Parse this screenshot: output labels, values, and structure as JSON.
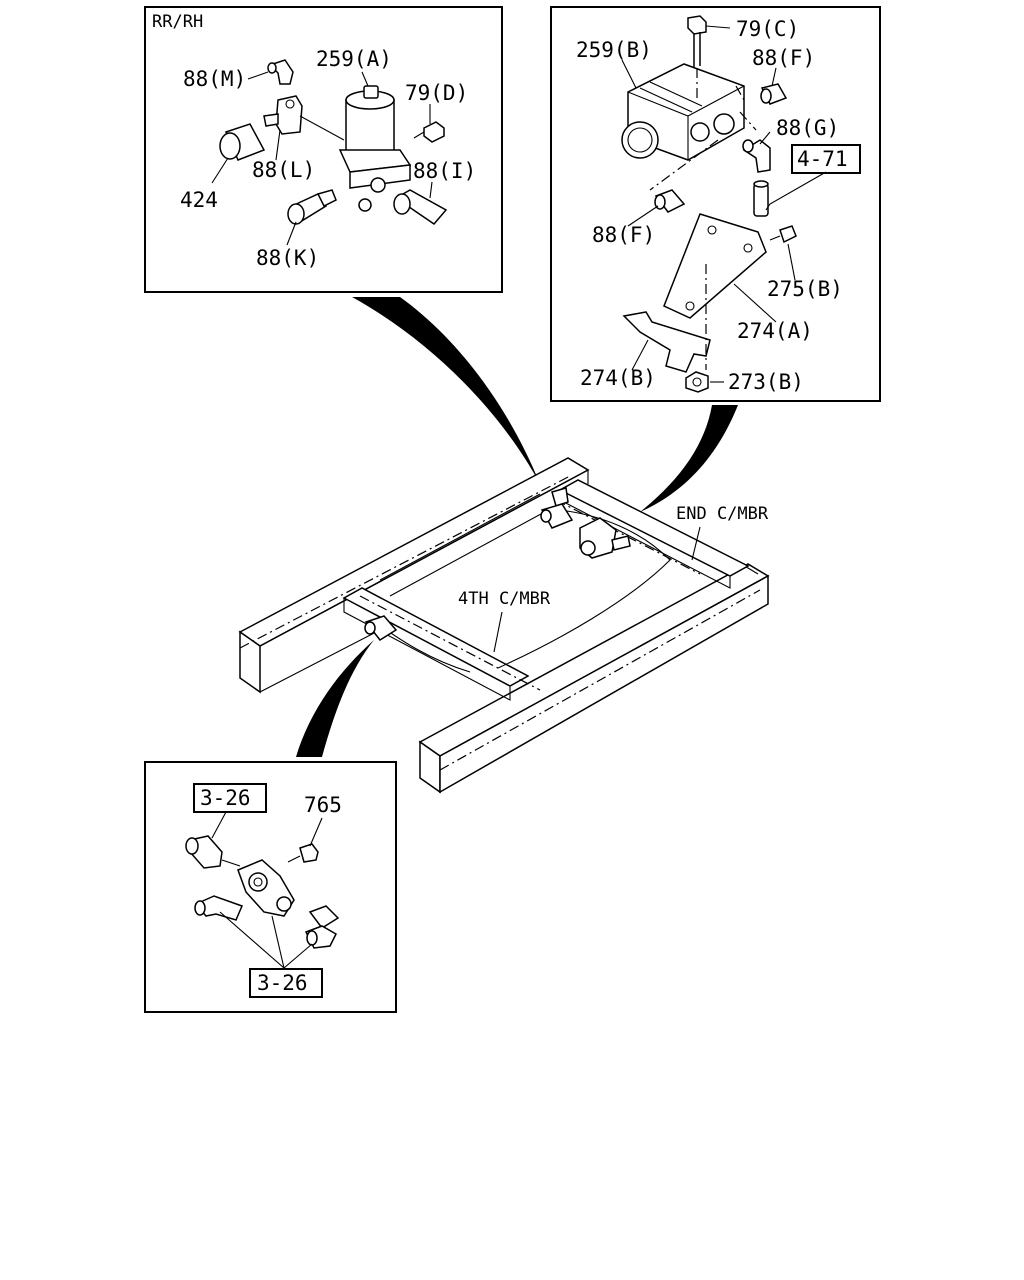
{
  "detail_rr_rh": {
    "header": "RR/RH",
    "labels": {
      "p88m": "88(M)",
      "p259a": "259(A)",
      "p79d": "79(D)",
      "p424": "424",
      "p88l": "88(L)",
      "p88i": "88(I)",
      "p88k": "88(K)"
    }
  },
  "detail_valve": {
    "labels": {
      "p79c": "79(C)",
      "p259b": "259(B)",
      "p88f_top": "88(F)",
      "p88g": "88(G)",
      "ref_4_71": "4-71",
      "p88f_bottom": "88(F)",
      "p275b": "275(B)",
      "p274a": "274(A)",
      "p274b": "274(B)",
      "p273b": "273(B)"
    }
  },
  "frame": {
    "labels": {
      "end_cmbr": "END C/MBR",
      "fourth_cmbr": "4TH C/MBR"
    }
  },
  "detail_lower": {
    "labels": {
      "ref_3_26_top": "3-26",
      "p765": "765",
      "ref_3_26_bottom": "3-26"
    }
  }
}
